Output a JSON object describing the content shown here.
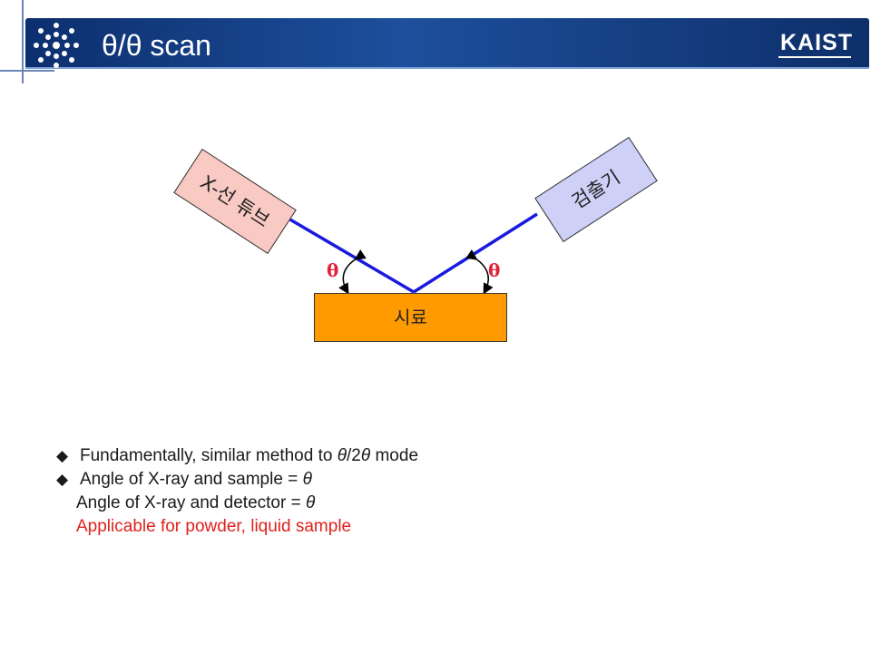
{
  "slide": {
    "title": "θ/θ scan",
    "logo_text": "KAIST"
  },
  "diagram": {
    "source_label": "X-선 튜브",
    "detector_label": "검출기",
    "sample_label": "시료",
    "angle_left": "θ",
    "angle_right": "θ",
    "colors": {
      "beam": "#1a1adf",
      "sample": "#ff9a00",
      "source": "#f9c9c3",
      "detector": "#cfd0f8",
      "angle_text": "#e0213a"
    }
  },
  "bullets": {
    "b1_text": "Fundamentally, similar method to ",
    "b1_math": "θ",
    "b1_tail": "/2",
    "b1_math2": "θ",
    "b1_end": " mode",
    "b2_text": "Angle of X-ray and sample = ",
    "b2_math": "θ",
    "b3_text": "Angle of X-ray and detector = ",
    "b3_math": "θ",
    "b4_text": "Applicable for powder, liquid sample"
  },
  "icons": {
    "bullet": "diamond-bullet-icon",
    "logo_mark": "snowflake-dots-icon"
  }
}
